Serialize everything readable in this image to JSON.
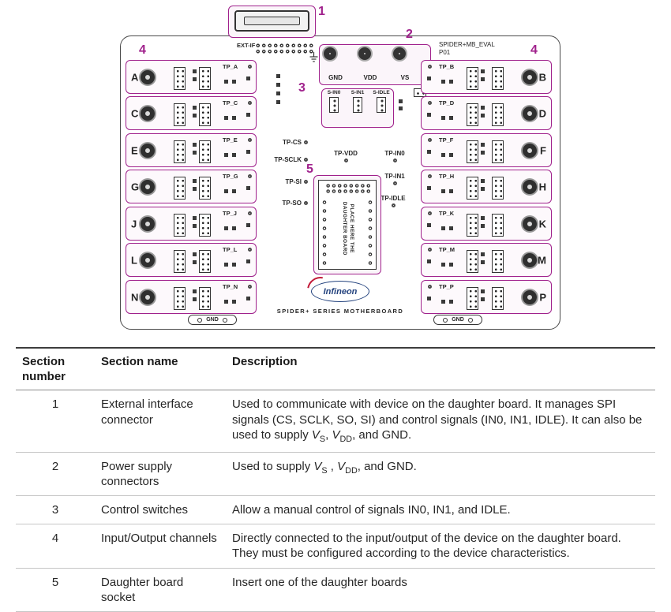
{
  "colors": {
    "accent": "#A0218C",
    "logo_blue": "#24437E",
    "logo_red": "#C21B3A"
  },
  "board": {
    "model_line1": "SPIDER+MB_EVAL",
    "model_line2": "P01",
    "ext_if_label": "EXT-IF",
    "footer_text": "SPIDER+ SERIES MOTHERBOARD",
    "logo_text": "Infineon",
    "gnd_oval_left": "GND",
    "gnd_oval_right": "GND",
    "callouts": {
      "c1": "1",
      "c2": "2",
      "c3": "3",
      "c4_left": "4",
      "c4_right": "4",
      "c5": "5"
    },
    "power_labels": [
      "GND",
      "VDD",
      "VS"
    ],
    "switch_labels": [
      "S-IN0",
      "S-IN1",
      "S-IDLE"
    ],
    "tp_left": [
      "TP-CS",
      "TP-SCLK",
      "TP-SI",
      "TP-SO"
    ],
    "tp_center": "TP-VDD",
    "tp_right": [
      "TP-IN0",
      "TP-IN1",
      "TP-IDLE"
    ],
    "socket_text_line1": "PLACE HERE THE",
    "socket_text_line2": "DAUGHTER BOARD",
    "channels_left": [
      {
        "letter": "A",
        "tp": "TP_A"
      },
      {
        "letter": "C",
        "tp": "TP_C"
      },
      {
        "letter": "E",
        "tp": "TP_E"
      },
      {
        "letter": "G",
        "tp": "TP_G"
      },
      {
        "letter": "J",
        "tp": "TP_J"
      },
      {
        "letter": "L",
        "tp": "TP_L"
      },
      {
        "letter": "N",
        "tp": "TP_N"
      }
    ],
    "channels_right": [
      {
        "letter": "B",
        "tp": "TP_B"
      },
      {
        "letter": "D",
        "tp": "TP_D"
      },
      {
        "letter": "F",
        "tp": "TP_F"
      },
      {
        "letter": "H",
        "tp": "TP_H"
      },
      {
        "letter": "K",
        "tp": "TP_K"
      },
      {
        "letter": "M",
        "tp": "TP_M"
      },
      {
        "letter": "P",
        "tp": "TP_P"
      }
    ]
  },
  "table": {
    "headers": [
      "Section number",
      "Section name",
      "Description"
    ],
    "rows": [
      {
        "number": "1",
        "name": "External interface connector",
        "description": [
          {
            "text": "Used to communicate with device on the daughter board. It manages SPI signals (CS, SCLK, SO, SI) and control signals (IN0, IN1, IDLE). It can also be used to supply "
          },
          {
            "text": "V",
            "italic": true
          },
          {
            "text": "S",
            "sub": true
          },
          {
            "text": ", "
          },
          {
            "text": "V",
            "italic": true
          },
          {
            "text": "DD",
            "sub": true
          },
          {
            "text": ", and GND."
          }
        ]
      },
      {
        "number": "2",
        "name": "Power supply connectors",
        "description": [
          {
            "text": "Used to supply "
          },
          {
            "text": "V",
            "italic": true
          },
          {
            "text": "S",
            "sub": true
          },
          {
            "text": " , "
          },
          {
            "text": "V",
            "italic": true
          },
          {
            "text": "DD",
            "sub": true
          },
          {
            "text": ", and GND."
          }
        ]
      },
      {
        "number": "3",
        "name": "Control switches",
        "description": [
          {
            "text": "Allow a manual control of signals IN0, IN1, and IDLE."
          }
        ]
      },
      {
        "number": "4",
        "name": "Input/Output channels",
        "description": [
          {
            "text": "Directly connected to the input/output of the device on the daughter board. They must be configured according to the device characteristics."
          }
        ]
      },
      {
        "number": "5",
        "name": "Daughter board socket",
        "description": [
          {
            "text": "Insert one of the daughter boards"
          }
        ]
      }
    ]
  }
}
